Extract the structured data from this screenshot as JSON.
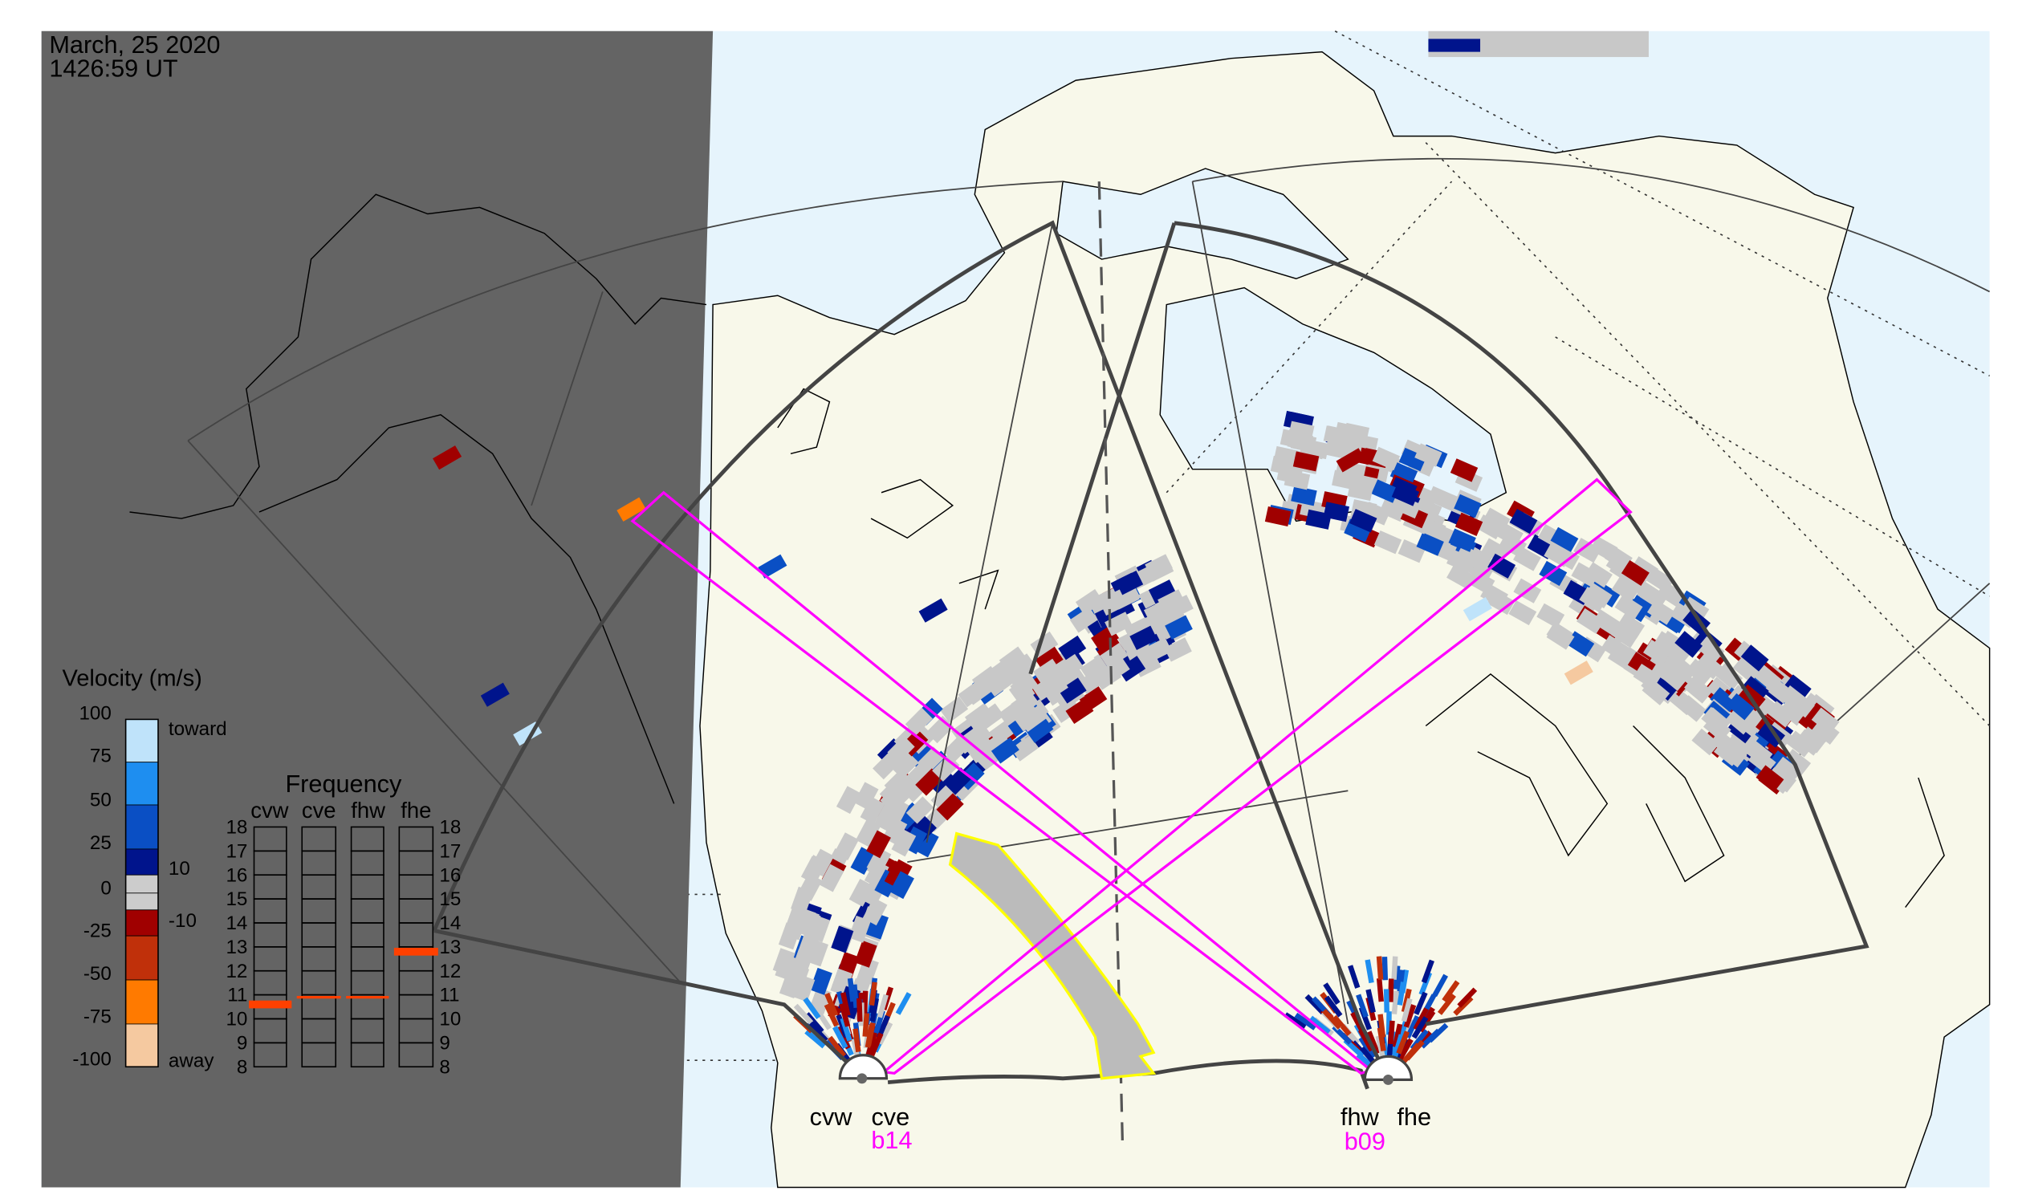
{
  "header": {
    "date": "March, 25 2020",
    "time": "1426:59 UT"
  },
  "legend": {
    "title": "Velocity (m/s)",
    "ticks": [
      "100",
      "75",
      "50",
      "25",
      "0",
      "-25",
      "-50",
      "-75",
      "-100"
    ],
    "toward": "toward",
    "away": "away",
    "gray_upper": "10",
    "gray_lower": "-10",
    "colors": [
      "#bfe3fa",
      "#1e8ef0",
      "#0a4fc4",
      "#00148c",
      "#cccccc",
      "#cccccc",
      "#a00000",
      "#c0300a",
      "#ff7a00",
      "#f5c9a0"
    ]
  },
  "frequency": {
    "title": "Frequency",
    "radars": [
      "cvw",
      "cve",
      "fhw",
      "fhe"
    ],
    "scale": [
      "18",
      "17",
      "16",
      "15",
      "14",
      "13",
      "12",
      "11",
      "10",
      "9",
      "8"
    ],
    "values_mhz": {
      "cvw": 10.6,
      "cve": 10.9,
      "fhw": 10.9,
      "fhe": 12.8
    },
    "marker_color": "#ff4000"
  },
  "radars": {
    "cvw": "cvw",
    "cve": "cve",
    "fhw": "fhw",
    "fhe": "fhe",
    "cve_beam": "b14",
    "fhw_beam": "b09",
    "beam_color": "#ff00ff"
  }
}
